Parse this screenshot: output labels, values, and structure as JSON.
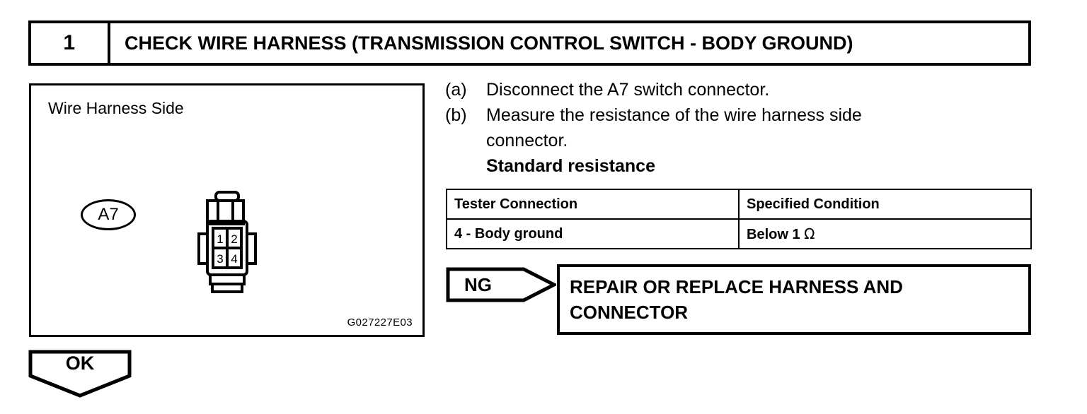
{
  "step": {
    "number": "1",
    "title": "CHECK WIRE HARNESS (TRANSMISSION CONTROL SWITCH - BODY GROUND)"
  },
  "figure": {
    "caption": "Wire Harness Side",
    "connector_label": "A7",
    "image_code": "G027227E03",
    "pins": [
      "1",
      "2",
      "3",
      "4"
    ]
  },
  "instructions": [
    {
      "marker": "(a)",
      "text": "Disconnect the A7 switch connector."
    },
    {
      "marker": "(b)",
      "text": "Measure the resistance of the wire harness side"
    }
  ],
  "instruction_continuation": "connector.",
  "instruction_heading": "Standard resistance",
  "spec_table": {
    "headers": [
      "Tester Connection",
      "Specified Condition"
    ],
    "rows": [
      {
        "connection": "4 - Body ground",
        "condition": "Below 1 ",
        "unit": "Ω"
      }
    ]
  },
  "branches": {
    "ng_label": "NG",
    "ng_result_line1": "REPAIR OR REPLACE HARNESS AND",
    "ng_result_line2": "CONNECTOR",
    "ok_label": "OK"
  },
  "colors": {
    "ink": "#000000",
    "paper": "#ffffff"
  }
}
